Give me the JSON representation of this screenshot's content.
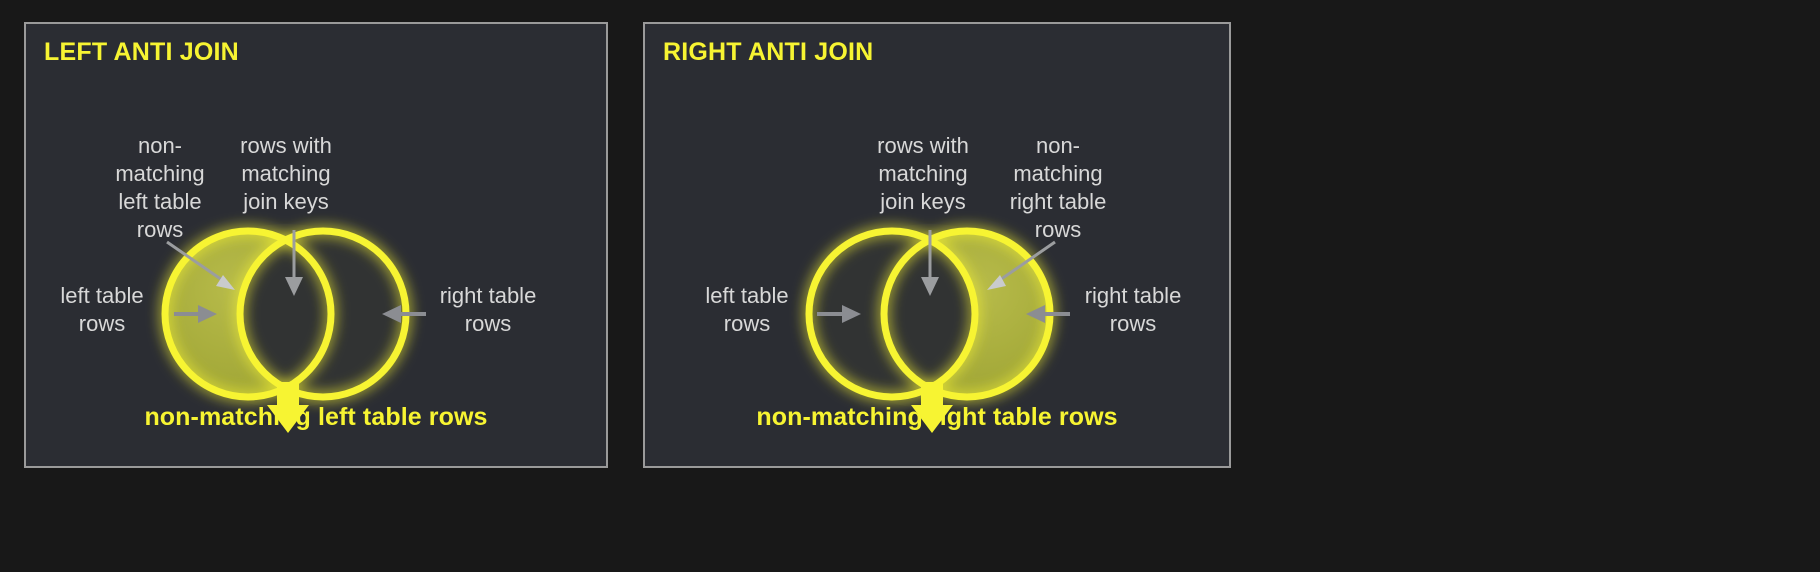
{
  "page": {
    "background": "#181818",
    "panel_background": "#2b2d33",
    "panel_border": "#9a9a9a",
    "accent_yellow": "#f7f432",
    "fill_olive": "#a8ad3f",
    "note_text_color": "#d8d8d8",
    "arrow_gray": "#8b8d92"
  },
  "panels": [
    {
      "id": "left-anti-join",
      "title": "LEFT ANTI JOIN",
      "notes": {
        "top_left": "non-\nmatching\nleft table\nrows",
        "top_center": "rows with\nmatching\njoin keys",
        "side_left": "left table\nrows",
        "side_right": "right table\nrows"
      },
      "result_caption": "non-matching left table rows",
      "filled_side": "left"
    },
    {
      "id": "right-anti-join",
      "title": "RIGHT ANTI JOIN",
      "notes": {
        "top_left": "rows with\nmatching\njoin keys",
        "top_center": "non-\nmatching\nright table\nrows",
        "side_left": "left table\nrows",
        "side_right": "right table\nrows"
      },
      "result_caption": "non-matching right table rows",
      "filled_side": "right"
    }
  ]
}
